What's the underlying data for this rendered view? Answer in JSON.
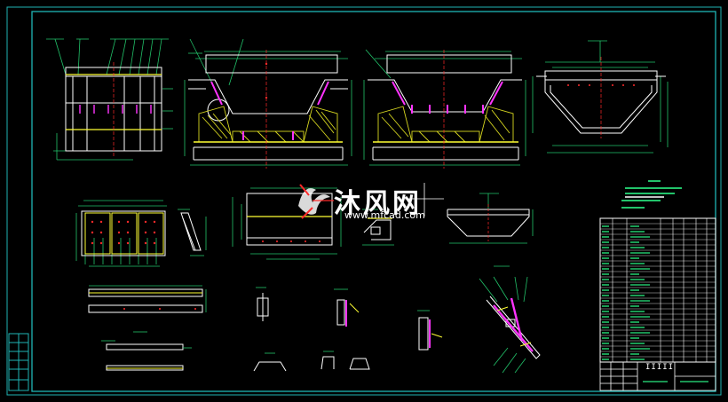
{
  "watermark": {
    "text": "沐风网",
    "url": "www.mfcad.com",
    "logo": "mufeng-logo-icon"
  },
  "title_block": {
    "title": "IIIII"
  },
  "colors": {
    "background": "#000000",
    "frame": "#1fb5b5",
    "outline": "#ffffff",
    "dimension": "#22c36a",
    "centerline": "#ff2a2a",
    "highlight": "#ffff33",
    "part": "#ff33ff",
    "hatch": "#d8d820"
  }
}
